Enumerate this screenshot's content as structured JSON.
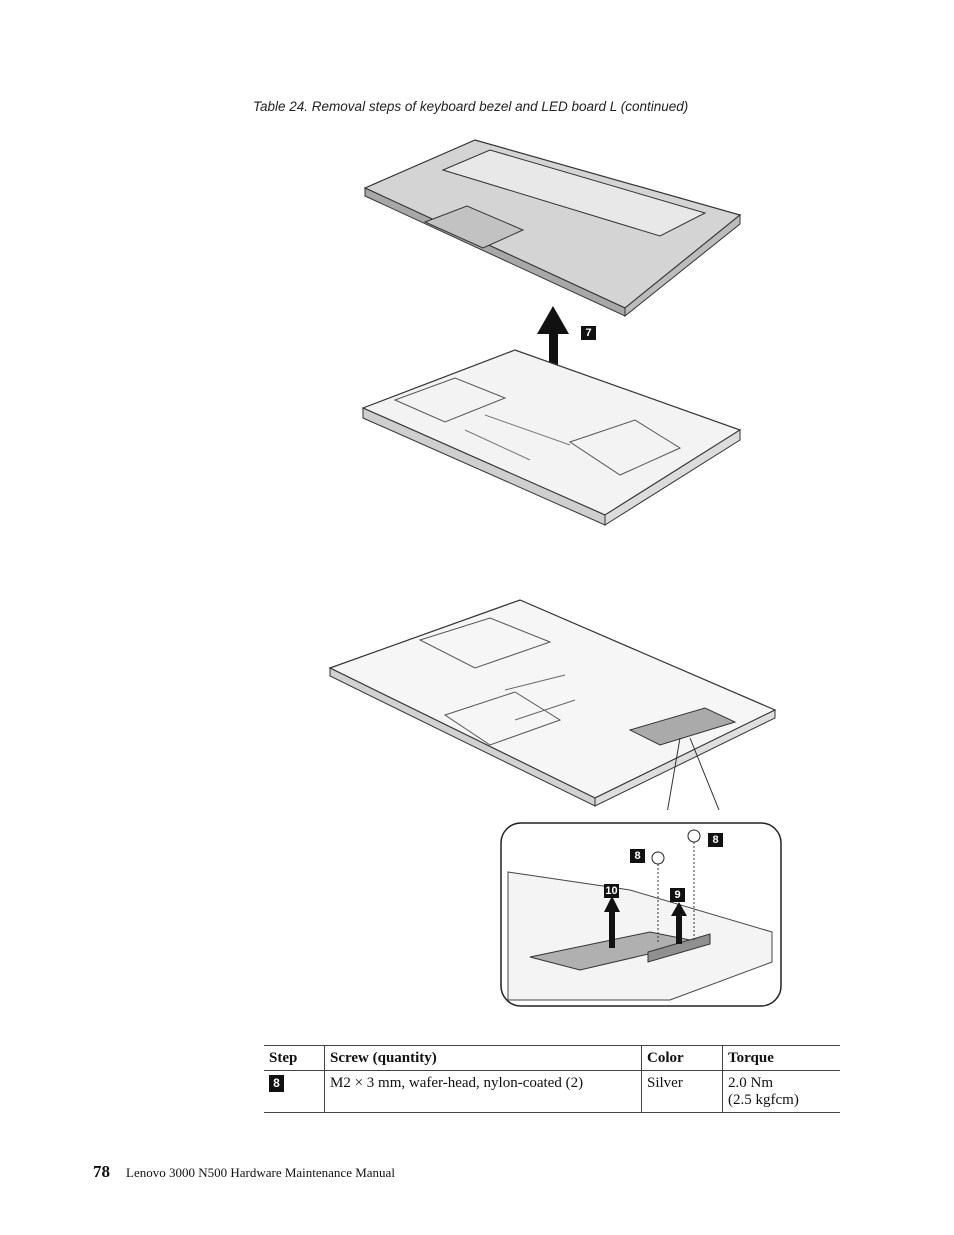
{
  "caption": "Table 24. Removal steps of keyboard bezel and LED board L  (continued)",
  "figures": {
    "top_callouts": [
      "7"
    ],
    "zoom_callouts": [
      "8",
      "8",
      "10",
      "9"
    ]
  },
  "table": {
    "headers": [
      "Step",
      "Screw (quantity)",
      "Color",
      "Torque"
    ],
    "rows": [
      {
        "step": "8",
        "screw": "M2 × 3 mm, wafer-head, nylon-coated (2)",
        "color": "Silver",
        "torque_line1": "2.0 Nm",
        "torque_line2": "(2.5 kgfcm)"
      }
    ]
  },
  "footer": {
    "page_number": "78",
    "manual_title": "Lenovo 3000 N500 Hardware Maintenance Manual"
  }
}
